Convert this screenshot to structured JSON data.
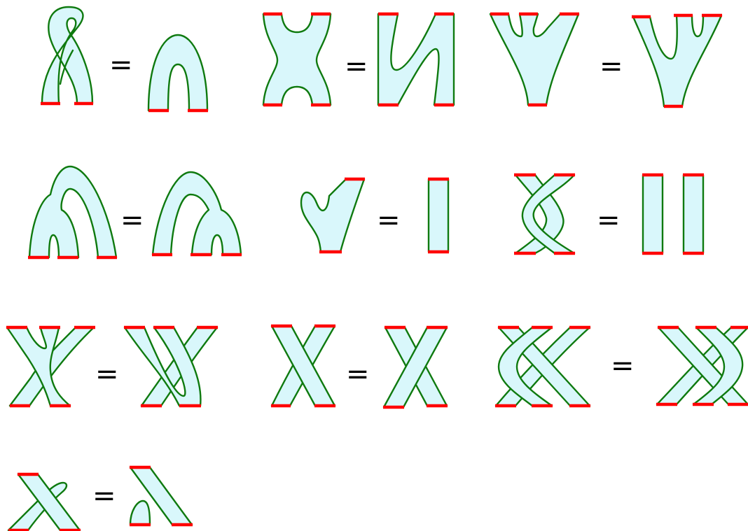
{
  "colors": {
    "band_fill": "#d9f7fb",
    "band_outline": "#0f7a0f",
    "band_end": "#ff0000",
    "background": "#ffffff"
  },
  "relations": [
    {
      "id": "r1",
      "symbol": "="
    },
    {
      "id": "r2",
      "symbol": "="
    },
    {
      "id": "r3",
      "symbol": "="
    },
    {
      "id": "r4",
      "symbol": "="
    },
    {
      "id": "r5",
      "symbol": "="
    },
    {
      "id": "r6",
      "symbol": "="
    },
    {
      "id": "r7",
      "symbol": "="
    },
    {
      "id": "r8",
      "symbol": "="
    },
    {
      "id": "r9",
      "symbol": "="
    },
    {
      "id": "r10",
      "symbol": "="
    }
  ]
}
